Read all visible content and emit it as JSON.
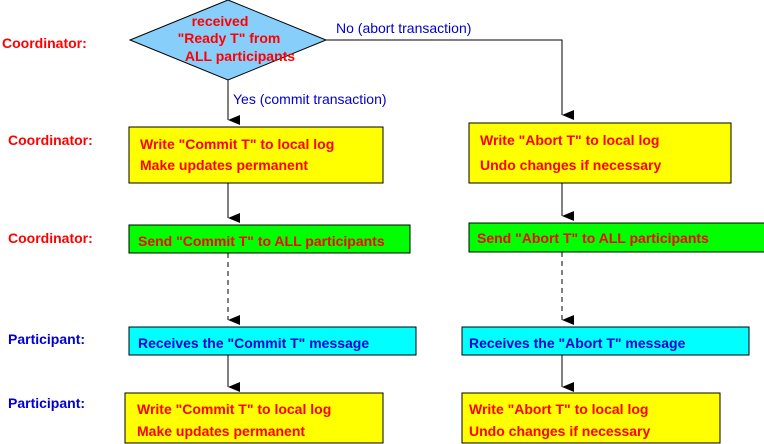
{
  "roles": [
    {
      "label": "Coordinator:",
      "color": "#ff0000"
    },
    {
      "label": "Coordinator:",
      "color": "#ff0000"
    },
    {
      "label": "Coordinator:",
      "color": "#ff0000"
    },
    {
      "label": "Participant:",
      "color": "#0000cc"
    },
    {
      "label": "Participant:",
      "color": "#0000cc"
    }
  ],
  "decision": {
    "lines": [
      "received",
      "\"Ready T\" from",
      "ALL participants"
    ],
    "fill": "#87cefa",
    "text_color": "#ff0000"
  },
  "edges": {
    "no_label": "No (abort transaction)",
    "yes_label": "Yes (commit transaction)",
    "label_color": "#0000cc"
  },
  "nodes": {
    "commit_log": {
      "lines": [
        "Write \"Commit T\" to local log",
        "Make updates permanent"
      ],
      "fill": "#ffff00",
      "text_color": "#ff0000"
    },
    "abort_log": {
      "lines": [
        "Write \"Abort T\" to local log",
        "Undo changes if necessary"
      ],
      "fill": "#ffff00",
      "text_color": "#ff0000"
    },
    "send_commit": {
      "lines": [
        "Send \"Commit T\" to ALL participants"
      ],
      "fill": "#00ff00",
      "text_color": "#ff0000"
    },
    "send_abort": {
      "lines": [
        "Send \"Abort T\" to ALL participants"
      ],
      "fill": "#00ff00",
      "text_color": "#ff0000"
    },
    "recv_commit": {
      "lines": [
        "Receives the \"Commit T\" message"
      ],
      "fill": "#00ffff",
      "text_color": "#0000cc"
    },
    "recv_abort": {
      "lines": [
        "Receives the \"Abort T\" message"
      ],
      "fill": "#00ffff",
      "text_color": "#0000cc"
    },
    "p_commit_log": {
      "lines": [
        "Write \"Commit T\" to local log",
        "Make updates permanent"
      ],
      "fill": "#ffff00",
      "text_color": "#ff0000"
    },
    "p_abort_log": {
      "lines": [
        "Write \"Abort T\" to local log",
        "Undo changes if necessary"
      ],
      "fill": "#ffff00",
      "text_color": "#ff0000"
    }
  }
}
